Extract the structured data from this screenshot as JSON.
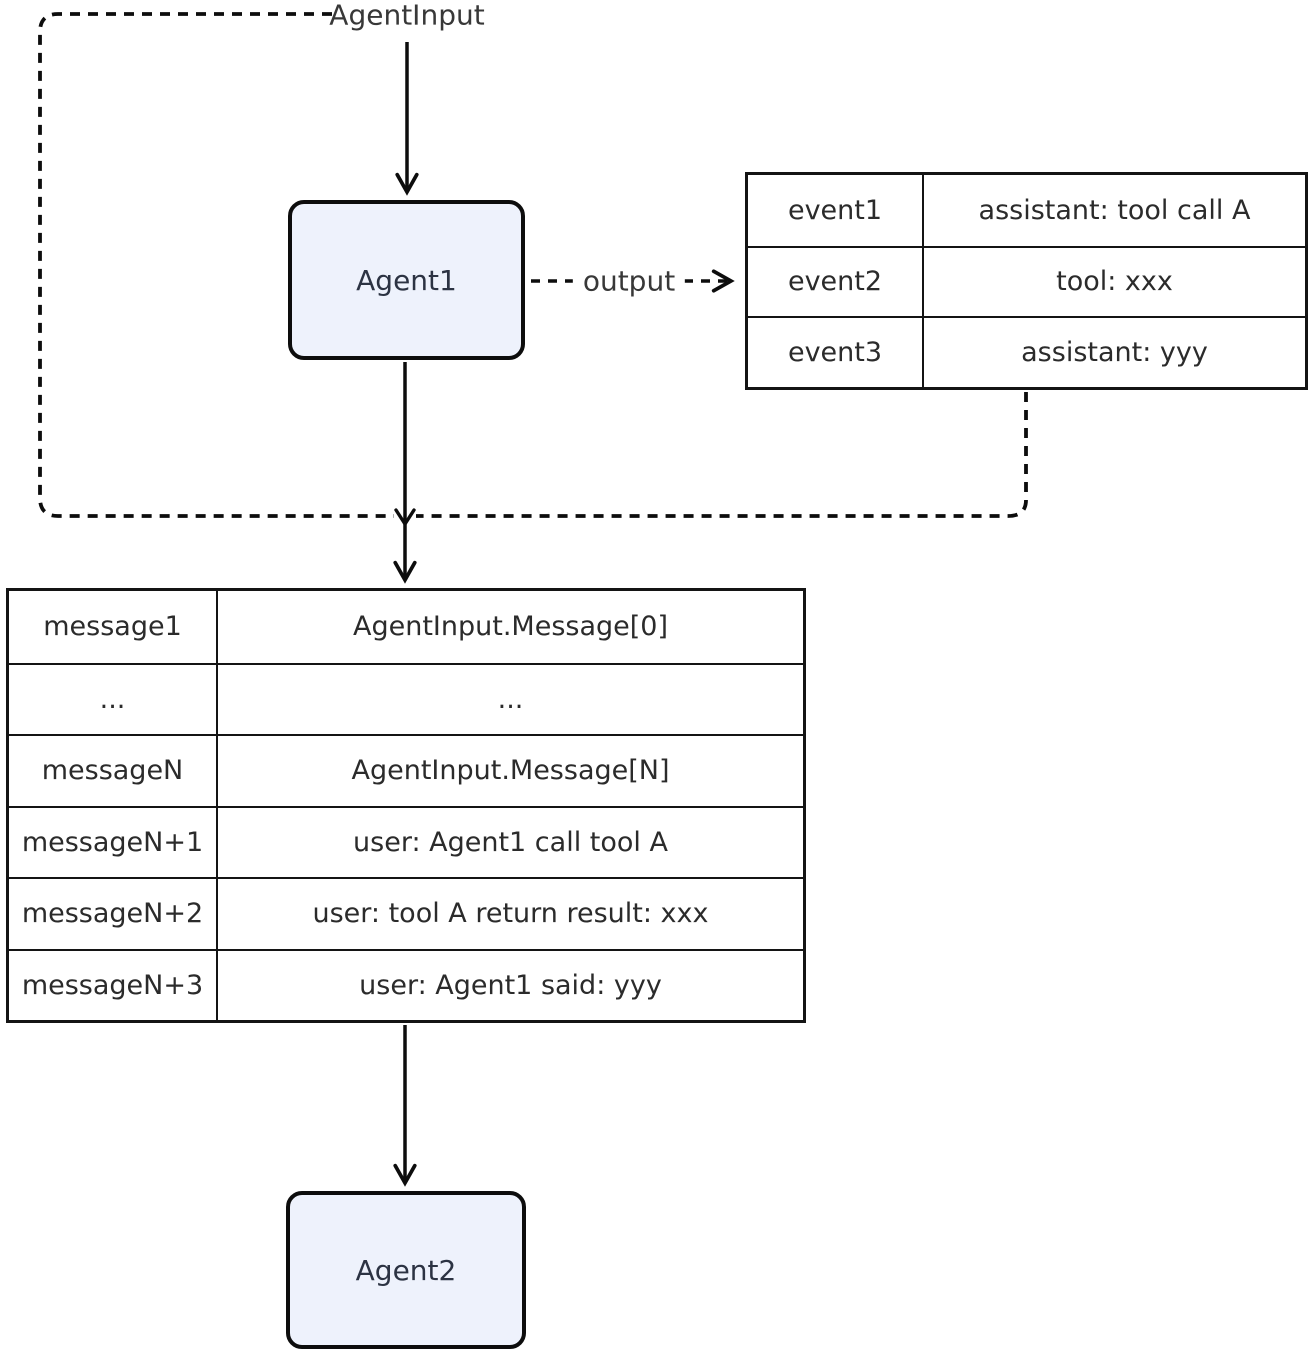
{
  "labels": {
    "agent_input": "AgentInput",
    "output": "output"
  },
  "nodes": {
    "agent1": "Agent1",
    "agent2": "Agent2"
  },
  "event_table": {
    "rows": [
      {
        "key": "event1",
        "value": "assistant: tool call A"
      },
      {
        "key": "event2",
        "value": "tool: xxx"
      },
      {
        "key": "event3",
        "value": "assistant: yyy"
      }
    ]
  },
  "message_table": {
    "rows": [
      {
        "key": "message1",
        "value": "AgentInput.Message[0]"
      },
      {
        "key": "...",
        "value": "..."
      },
      {
        "key": "messageN",
        "value": "AgentInput.Message[N]"
      },
      {
        "key": "messageN+1",
        "value": "user: Agent1 call tool A"
      },
      {
        "key": "messageN+2",
        "value": "user: tool A return result: xxx"
      },
      {
        "key": "messageN+3",
        "value": "user: Agent1 said: yyy"
      }
    ]
  },
  "colors": {
    "background": "#ffffff",
    "node_fill": "#eef2fc",
    "node_border": "#0d0d0d",
    "line": "#0d0d0d",
    "node_text": "#2c3343",
    "table_text": "#2b2b2b",
    "edge_label_text": "#383838"
  }
}
